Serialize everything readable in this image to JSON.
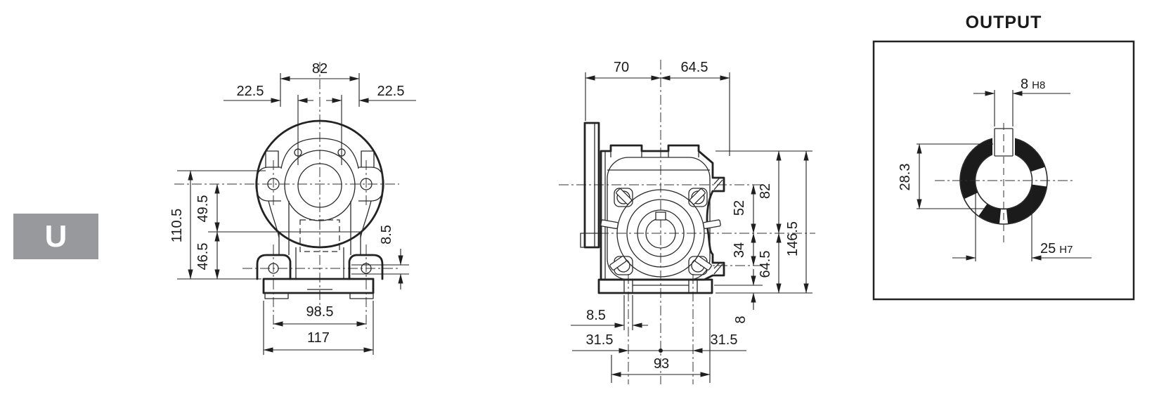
{
  "series_label": {
    "text": "U",
    "bg_color": "#97999c",
    "fg_color": "#ffffff"
  },
  "line_color": "#222222",
  "views": {
    "front": {
      "dims": {
        "top_width": "82",
        "top_offset_left": "22.5",
        "top_offset_right": "22.5",
        "height_total": "110.5",
        "axis_to_lower_ref": "49.5",
        "lower_ref_to_base": "46.5",
        "foot_offset": "8.5",
        "foot_hole_spacing": "98.5",
        "base_width": "117"
      }
    },
    "side": {
      "dims": {
        "flange_to_axis": "70",
        "axis_to_face": "64.5",
        "input_to_output_axis": "52",
        "output_axis_to_lug": "34",
        "top_to_output_axis": "82",
        "output_axis_to_base": "64.5",
        "height_total": "146.5",
        "slot_width": "8.5",
        "slot_offset_left": "31.5",
        "slot_offset_right": "31.5",
        "slot_span": "93",
        "foot_height": "8"
      }
    },
    "output": {
      "title": "OUTPUT",
      "dims": {
        "key_width_value": "8",
        "key_width_tolerance": "H8",
        "key_depth": "28.3",
        "bore_diameter_value": "25",
        "bore_diameter_tolerance": "H7"
      }
    }
  }
}
